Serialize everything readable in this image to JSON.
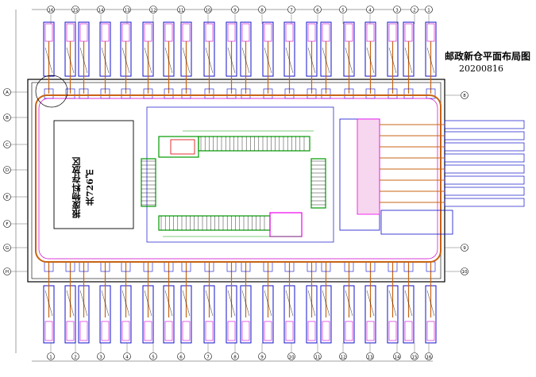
{
  "drawing": {
    "title": "邮政新仓平面布局图",
    "date": "20200816",
    "zone_label": "报废物料存放区",
    "zone_area": "共726㎡"
  },
  "top_axes": [
    "16",
    "15",
    "14",
    "13",
    "12",
    "11",
    "10",
    "9",
    "8",
    "7",
    "6",
    "5",
    "4",
    "3",
    "2",
    "1"
  ],
  "bottom_axes": [
    "1",
    "2",
    "3",
    "4",
    "5",
    "6",
    "7",
    "8",
    "9",
    "10",
    "11",
    "12",
    "13",
    "14",
    "15",
    "16"
  ],
  "left_axes": [
    "A",
    "B",
    "C",
    "D",
    "E",
    "F",
    "G",
    "H"
  ],
  "right_axes": [
    "8",
    "9",
    "10"
  ],
  "colors": {
    "frame": "#000000",
    "dock_truck": "#1010cc",
    "dock_inner": "#cc00cc",
    "conveyor": "#c86414",
    "sorter_green": "#009900",
    "sorter_magenta": "#ee00ee",
    "sorter_red": "#dd0000",
    "dim": "#444444"
  }
}
